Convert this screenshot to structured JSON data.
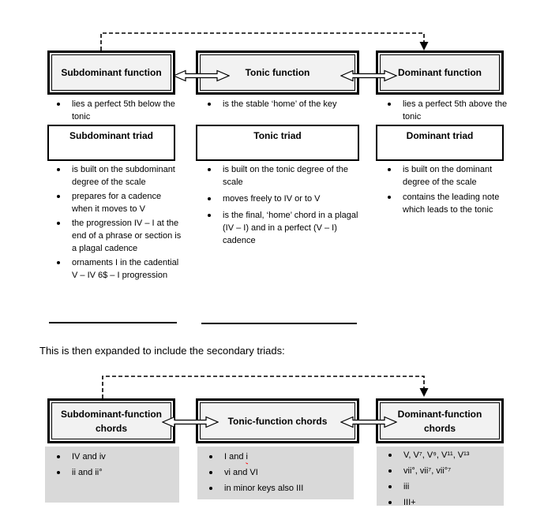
{
  "top": {
    "columns": [
      {
        "function_title": "Subdominant function",
        "function_bullets": [
          "lies a perfect 5th below the tonic"
        ],
        "triad_title": "Subdominant triad",
        "triad_bullets": [
          "is built on the subdominant degree of the scale",
          "prepares for a cadence when it moves to V",
          "the progression IV – I at the end of a phrase or section is a plagal cadence",
          "ornaments I in the cadential V – IV 6$ – I progression"
        ]
      },
      {
        "function_title": "Tonic function",
        "function_bullets": [
          "is the stable ‘home’ of the key"
        ],
        "triad_title": "Tonic triad",
        "triad_bullets": [
          "is built on the tonic degree of the scale",
          "moves freely to IV or to V",
          "is the final, ‘home’ chord in a plagal (IV – I) and in a perfect (V – I) cadence"
        ]
      },
      {
        "function_title": "Dominant function",
        "function_bullets": [
          "lies a perfect 5th above the tonic"
        ],
        "triad_title": "Dominant triad",
        "triad_bullets": [
          "is built on the dominant degree of the scale",
          "contains the leading note which leads to the tonic"
        ]
      }
    ]
  },
  "middle_text": "This is then expanded to include the secondary triads:",
  "bottom": {
    "columns": [
      {
        "box_title": "Subdominant-function chords",
        "bullets": [
          "IV and iv",
          "ii and ii°"
        ]
      },
      {
        "box_title": "Tonic-function chords",
        "bullets": [
          {
            "text": "I and ",
            "misspelled": "i"
          },
          "vi and VI",
          "in minor keys also III"
        ]
      },
      {
        "box_title": "Dominant-function chords",
        "bullets": [
          "V, V⁷, V⁹, V¹¹, V¹³",
          "vii°, vii⁷, vii°⁷",
          "iii",
          "III+"
        ]
      }
    ]
  },
  "colors": {
    "box_fill": "#f2f2f2",
    "shaded_list_fill": "#d9d9d9",
    "border": "#000000",
    "squiggle": "#ff0000"
  }
}
